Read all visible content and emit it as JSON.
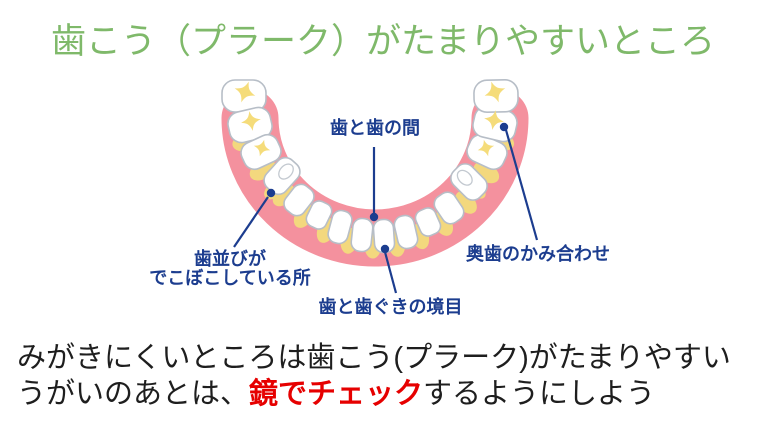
{
  "slide": {
    "title": "歯こう（プラーク）がたまりやすいところ",
    "title_color": "#7FB96A"
  },
  "diagram": {
    "name": "lower-jaw-plaque-spots-illustration",
    "labels": {
      "between_teeth": "歯と歯の間",
      "uneven_alignment_line1": "歯並びが",
      "uneven_alignment_line2": "でこぼこしている所",
      "back_teeth_bite": "奥歯のかみ合わせ",
      "tooth_gum_border": "歯と歯ぐきの境目"
    },
    "colors": {
      "gum": "#F4919E",
      "tooth": "#FFFFFF",
      "tooth_outline": "#B7BEC7",
      "plaque": "#F3D87E",
      "plaque_star": "#F5DC7A",
      "label_text": "#1C3D8F"
    }
  },
  "caption": {
    "line1": "みがきにくいところは歯こう(プラーク)がたまりやすい",
    "line2_prefix": "うがいのあとは、",
    "line2_highlight": "鏡でチェック",
    "line2_suffix": "するようにしよう",
    "highlight_color": "#E60000",
    "text_color": "#1E1E1E"
  }
}
